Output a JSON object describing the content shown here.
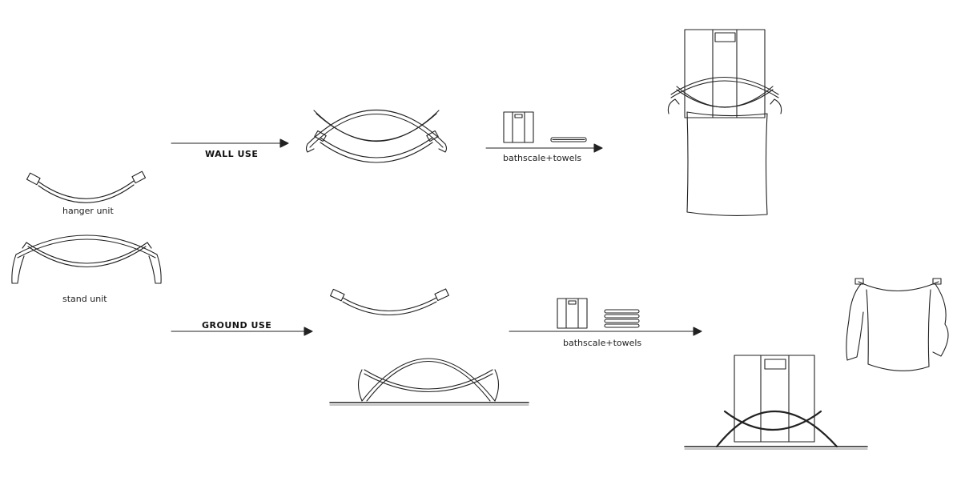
{
  "labels": {
    "hanger_unit": "hanger unit",
    "stand_unit": "stand unit",
    "wall_use": "WALL USE",
    "ground_use": "GROUND USE",
    "wall_items": "bathscale+towels",
    "ground_items": "bathscale+towels"
  }
}
